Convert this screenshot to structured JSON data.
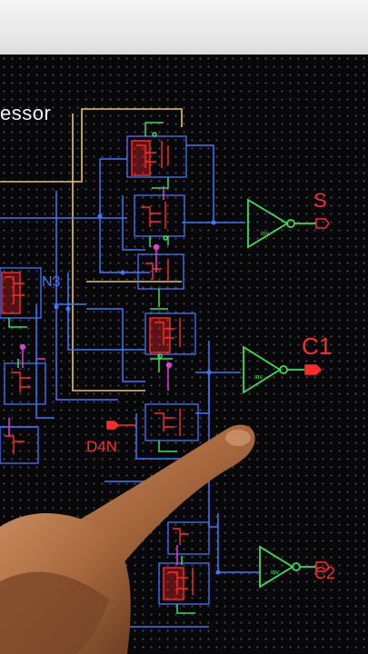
{
  "schematic": {
    "cell_title": "essor",
    "net_label": "N3",
    "pins": {
      "s": "S",
      "c1": "C1",
      "d4n": "D4N",
      "c2": "C2"
    },
    "inverter_label": "inv"
  },
  "colors": {
    "canvas": "#08080a",
    "wire_blue": "#3d78ff",
    "wire_yellow": "#e8c84a",
    "device_green": "#34e05a",
    "device_red": "#ff2a2a",
    "device_pink": "#e040d0",
    "pin_red": "#ff2a2a"
  }
}
